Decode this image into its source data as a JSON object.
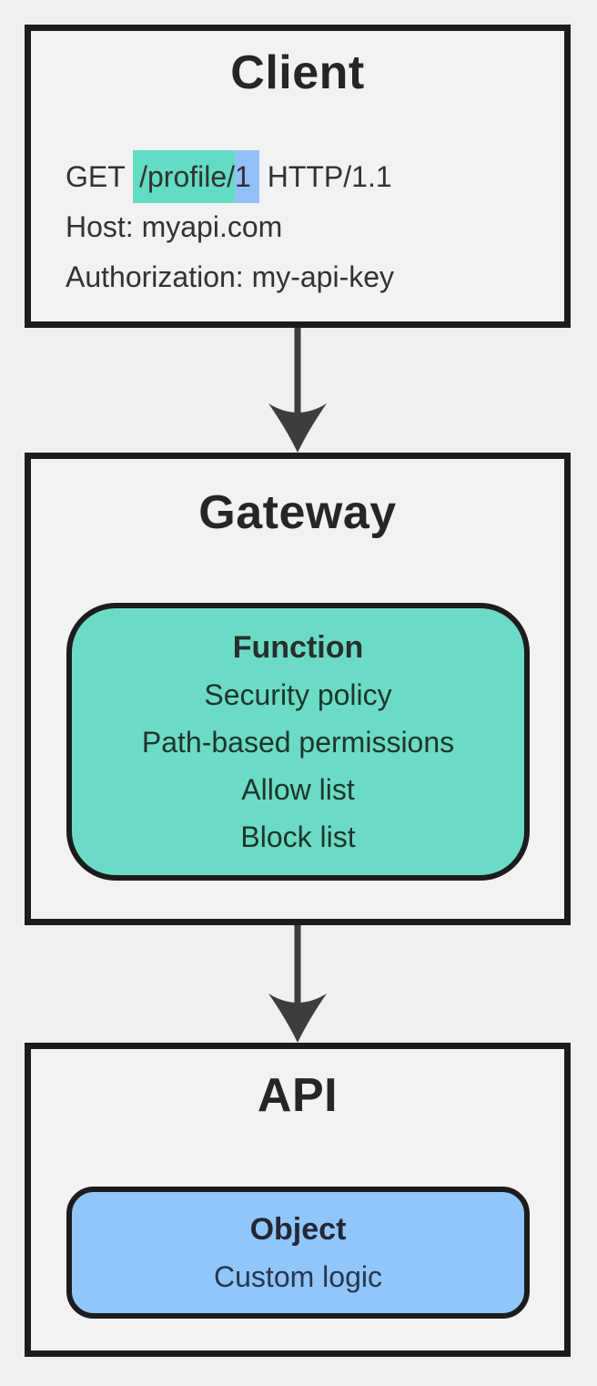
{
  "colors": {
    "page-bg": "#f0f0f0",
    "box-fill": "#f2f2f2",
    "box-border": "#1c1c1c",
    "title-text": "#262626",
    "body-text": "#323232",
    "teal-highlight": "#62dcc2",
    "blue-highlight": "#92c1f7",
    "teal-fill": "#6cdbc5",
    "teal-text": "#1c352d",
    "teal-title-text": "#272f2c",
    "blue-fill": "#91c6fa",
    "blue-text": "#26374e",
    "blue-title-text": "#212836",
    "arrow": "#3d3d3d"
  },
  "client": {
    "title": "Client",
    "request": {
      "method": "GET ",
      "path": "/profile/",
      "id": "1",
      "protocol": " HTTP/1.1",
      "host": "Host: myapi.com",
      "authorization": "Authorization: my-api-key"
    }
  },
  "gateway": {
    "title": "Gateway",
    "function_box": {
      "title": "Function",
      "items": [
        "Security policy",
        "Path-based permissions",
        "Allow list",
        "Block list"
      ]
    }
  },
  "api": {
    "title": "API",
    "object_box": {
      "title": "Object",
      "items": [
        "Custom logic"
      ]
    }
  }
}
